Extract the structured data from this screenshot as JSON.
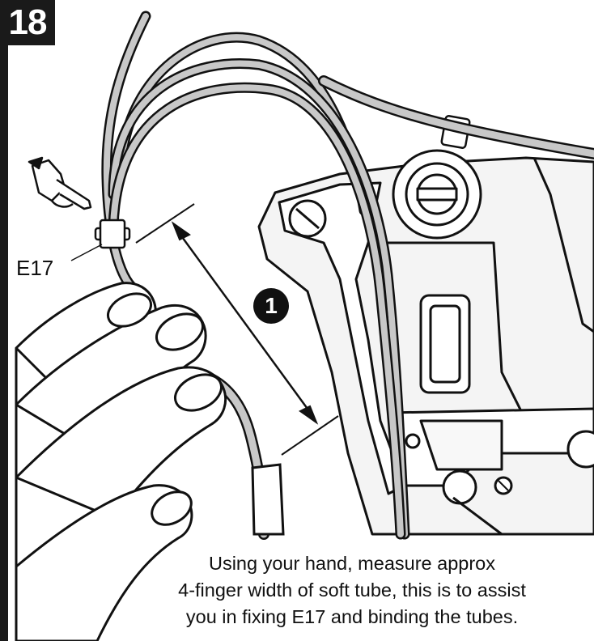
{
  "step": {
    "number": "18"
  },
  "labels": {
    "part": "E17",
    "callout": "1"
  },
  "instruction": {
    "line1": "Using your hand, measure approx",
    "line2": "4-finger width of soft tube, this is to assist",
    "line3": "you in fixing E17 and binding the tubes."
  },
  "icons": {
    "pointer": "pointing-hand-icon"
  },
  "colors": {
    "badge": "#1a1a1a",
    "tube": "#c8c8c8",
    "outline": "#111111"
  }
}
